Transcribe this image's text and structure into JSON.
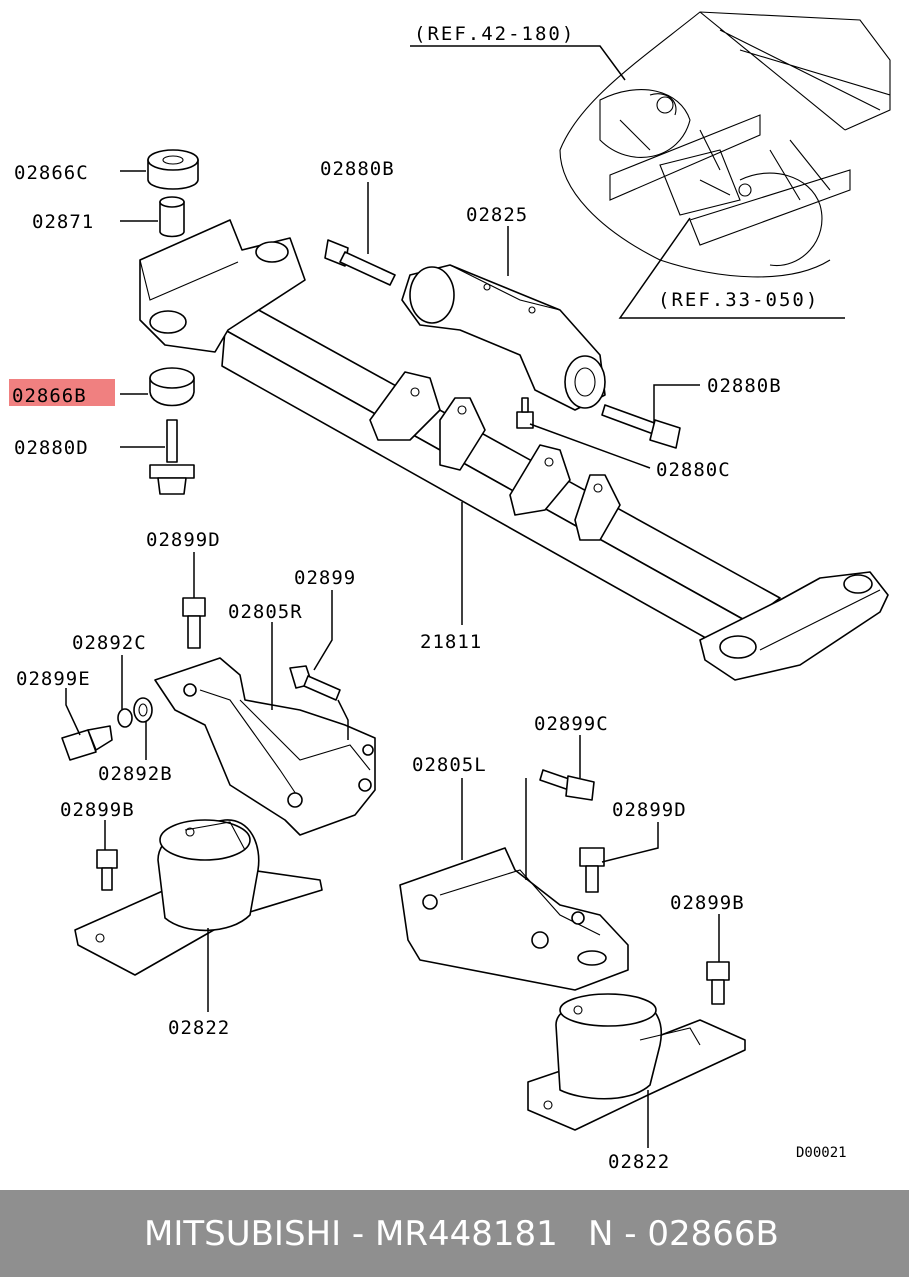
{
  "diagram": {
    "refs": [
      "(REF.42-180)",
      "(REF.33-050)"
    ],
    "labels": {
      "p02866C": "02866C",
      "p02871": "02871",
      "p02866B": "02866B",
      "p02880D": "02880D",
      "p02880B_top": "02880B",
      "p02825": "02825",
      "p02880B_right": "02880B",
      "p02880C": "02880C",
      "p21811": "21811",
      "p02899D_left": "02899D",
      "p02899": "02899",
      "p02805R": "02805R",
      "p02892C": "02892C",
      "p02899E": "02899E",
      "p02892B": "02892B",
      "p02899B_left": "02899B",
      "p02822_left": "02822",
      "p02899C": "02899C",
      "p02805L": "02805L",
      "p02899D_right": "02899D",
      "p02899B_right": "02899B",
      "p02822_right": "02822"
    },
    "drawing_code": "D00021",
    "highlight_color": "#f08080"
  },
  "footer": {
    "brand_part": "MITSUBISHI - MR448181",
    "ref_part": "N - 02866B",
    "background": "#8f8f8f"
  }
}
